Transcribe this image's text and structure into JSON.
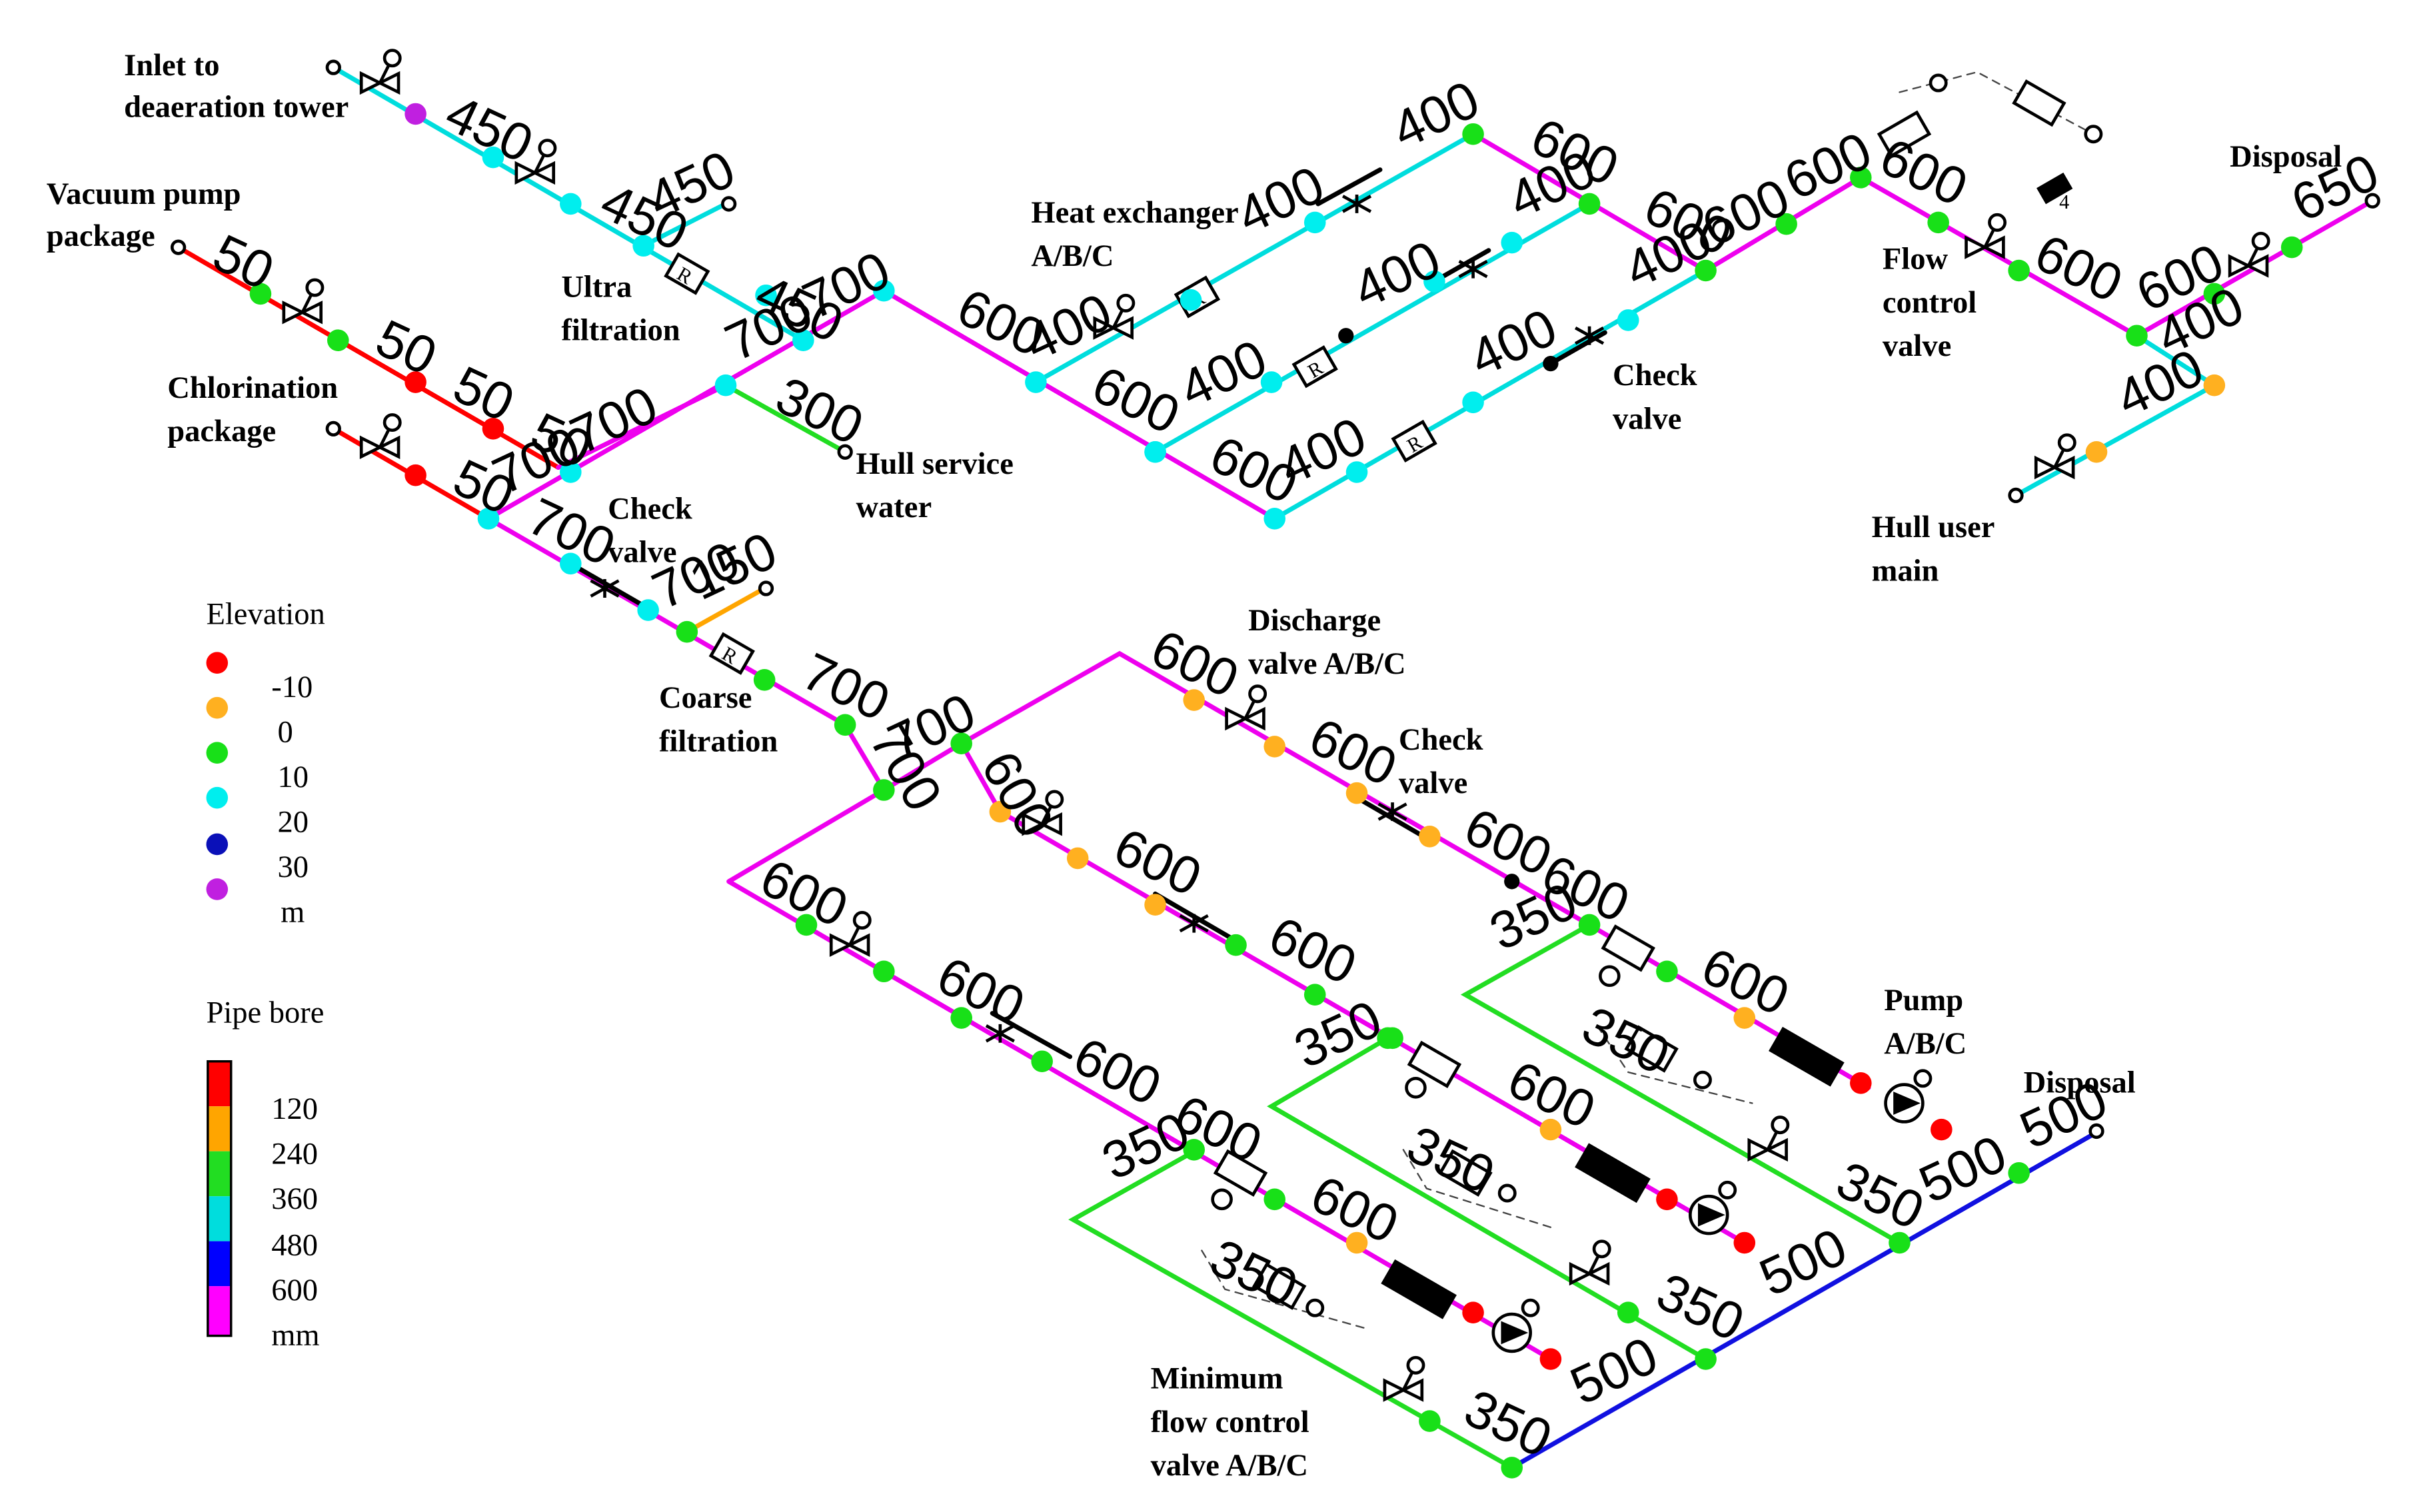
{
  "labels": {
    "inlet": [
      "Inlet to",
      "deaeration tower"
    ],
    "vacuum": [
      "Vacuum pump",
      "package"
    ],
    "chlorination": [
      "Chlorination",
      "package"
    ],
    "ultra": [
      "Ultra",
      "filtration"
    ],
    "heat_exchanger": [
      "Heat exchanger",
      "A/B/C"
    ],
    "hull_service": [
      "Hull service",
      "water"
    ],
    "check_valve_1": [
      "Check",
      "valve"
    ],
    "check_valve_2": [
      "Check",
      "valve"
    ],
    "check_valve_3": [
      "Check",
      "valve"
    ],
    "coarse": [
      "Coarse",
      "filtration"
    ],
    "flow_control": [
      "Flow",
      "control",
      "valve"
    ],
    "disposal_top": [
      "Disposal"
    ],
    "hull_user": [
      "Hull user",
      "main"
    ],
    "discharge_valve": [
      "Discharge",
      "valve A/B/C"
    ],
    "pump": [
      "Pump",
      "A/B/C"
    ],
    "disposal_bottom": [
      "Disposal"
    ],
    "min_flow": [
      "Minimum",
      "flow control",
      "valve A/B/C"
    ]
  },
  "elevation_legend": {
    "title": "Elevation",
    "entries": [
      "-10",
      "0",
      "10",
      "20",
      "30",
      "m"
    ],
    "colors": [
      "#ff0000",
      "#ffb020",
      "#18e018",
      "#00eeee",
      "#0a10b8",
      "#c020e0"
    ]
  },
  "bore_legend": {
    "title": "Pipe bore",
    "entries": [
      "120",
      "240",
      "360",
      "480",
      "600",
      "mm"
    ],
    "colors": [
      "#ff0000",
      "#ffa500",
      "#22dd22",
      "#00dddd",
      "#0000ff",
      "#ff00ff"
    ]
  },
  "pipe_colors": {
    "p50": "#ff0000",
    "p150": "#ffa500",
    "p300_350": "#22dd22",
    "p400_450": "#00dddd",
    "p500": "#1010e0",
    "p600_700": "#ee00ee"
  },
  "bore_values": {
    "v50": "50",
    "v150": "150",
    "v300": "300",
    "v350": "350",
    "v400": "400",
    "v450": "450",
    "v500": "500",
    "v600": "600",
    "v650": "650",
    "v700": "700"
  },
  "small_tag": "4",
  "filter_tag": "R"
}
